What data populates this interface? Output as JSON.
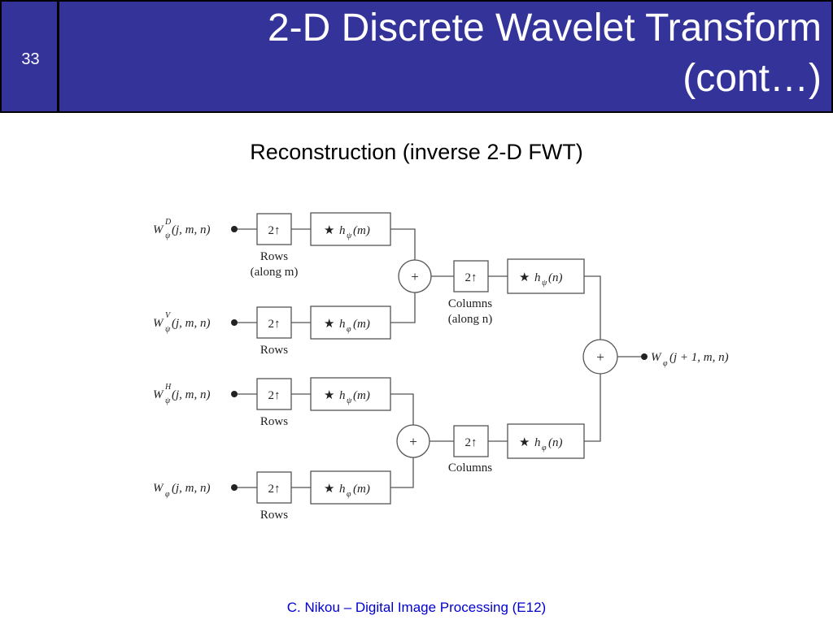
{
  "slide": {
    "number": "33",
    "title_line1": "2-D Discrete Wavelet Transform",
    "title_line2": "(cont…)",
    "subtitle": "Reconstruction (inverse 2-D FWT)",
    "footer": "C. Nikou – Digital Image Processing (E12)"
  },
  "colors": {
    "header_bg": "#333399",
    "footer_text": "#0000cc"
  },
  "diagram": {
    "inputs": [
      {
        "base": "W",
        "sub": "ψ",
        "sup": "D",
        "args": "(j, m, n)"
      },
      {
        "base": "W",
        "sub": "ψ",
        "sup": "V",
        "args": "(j, m, n)"
      },
      {
        "base": "W",
        "sub": "ψ",
        "sup": "H",
        "args": "(j, m, n)"
      },
      {
        "base": "W",
        "sub": "φ",
        "sup": "",
        "args": "(j, m, n)"
      }
    ],
    "upsample": "2↑",
    "star": "★",
    "row_filters": [
      {
        "base": "h",
        "sub": "ψ",
        "args": "(m)"
      },
      {
        "base": "h",
        "sub": "φ",
        "args": "(m)"
      },
      {
        "base": "h",
        "sub": "ψ",
        "args": "(m)"
      },
      {
        "base": "h",
        "sub": "φ",
        "args": "(m)"
      }
    ],
    "row_labels": [
      "Rows",
      "(along m)",
      "Rows",
      "Rows",
      "Rows"
    ],
    "column_filters": [
      {
        "base": "h",
        "sub": "ψ",
        "args": "(n)"
      },
      {
        "base": "h",
        "sub": "φ",
        "args": "(n)"
      }
    ],
    "column_labels": [
      "Columns",
      "(along n)",
      "Columns"
    ],
    "plus": "+",
    "output": {
      "base": "W",
      "sub": "φ",
      "args": "(j + 1, m, n)"
    }
  }
}
